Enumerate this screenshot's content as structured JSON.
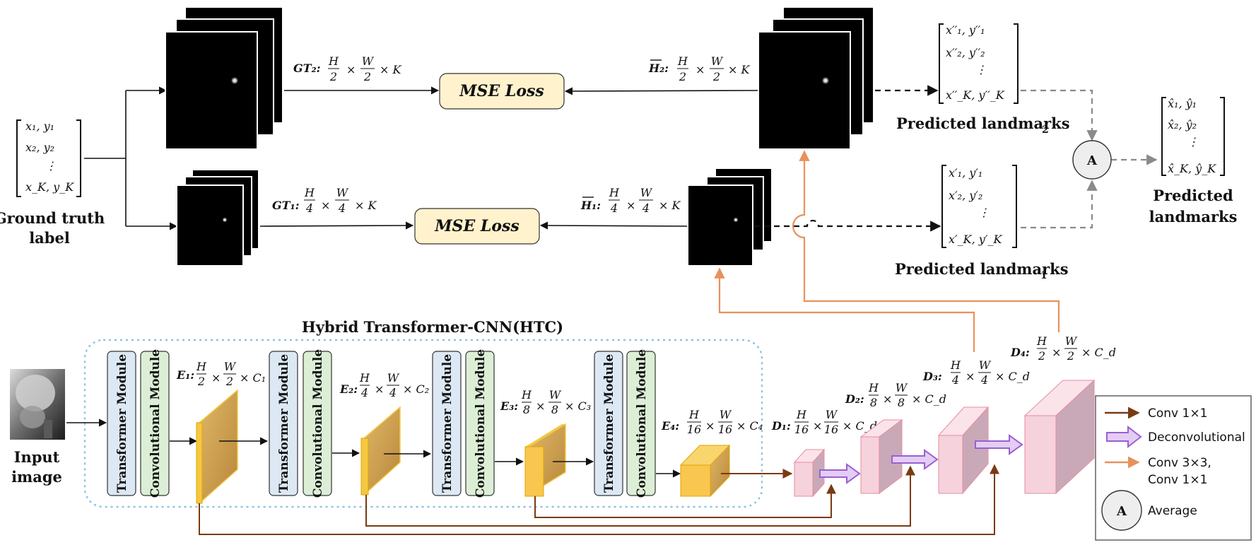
{
  "colors": {
    "brown": "#7a3a12",
    "orange": "#e8915c",
    "purple": "#9b5fd1",
    "purple_fill": "#e3cdf5",
    "gray": "#8a8a8a",
    "transformer_fill": "#dde8f5",
    "conv_fill": "#dcefd6",
    "mse_fill": "#fff2cc",
    "encoder_fill": "#f5c842",
    "decoder_fill": "#f6d2dc",
    "htc_border": "#8dc3e0"
  },
  "labels": {
    "ground_truth": [
      "Ground truth",
      "label"
    ],
    "input_image": [
      "Input",
      "image"
    ],
    "htc_title": "Hybrid Transformer-CNN(HTC)",
    "transformer_module": "Transformer Module",
    "convolutional_module": "Convolutional Module",
    "mse_loss": "MSE Loss",
    "predicted_landmarks_2": "Predicted landmarks",
    "predicted_landmarks_2_sub": "2",
    "predicted_landmarks_1": "Predicted landmarks",
    "predicted_landmarks_1_sub": "1",
    "predicted_landmarks": [
      "Predicted",
      "landmarks"
    ],
    "average_symbol": "A"
  },
  "math": {
    "gt_matrix": [
      "x₁,  y₁",
      "x₂,  y₂",
      "⋮",
      "x_K,  y_K"
    ],
    "pred2_matrix": [
      "x′′₁, y′′₁",
      "x′′₂, y′′₂",
      "⋮",
      "x′′_K, y′′_K"
    ],
    "pred1_matrix": [
      "x′₁,  y′₁",
      "x′₂,  y′₂",
      "⋮",
      "x′_K,  y′_K"
    ],
    "final_matrix": [
      "x̂₁, ŷ₁",
      "x̂₂, ŷ₂",
      "⋮",
      "x̂_K,  ŷ_K"
    ],
    "gt2": "GT₂:",
    "gt1": "GT₁:",
    "h2": "H₂:",
    "h1": "H₁:",
    "e1": "E₁:",
    "e2": "E₂:",
    "e3": "E₃:",
    "e4": "E₄:",
    "d1": "D₁:",
    "d2": "D₂:",
    "d3": "D₃:",
    "d4": "D₄:"
  },
  "legend": [
    {
      "icon": "brown-arrow-icon",
      "label": "Conv 1×1"
    },
    {
      "icon": "purple-hollow-arrow-icon",
      "label": "Deconvolutional"
    },
    {
      "icon": "orange-arrow-icon",
      "label": "Conv 3×3,"
    },
    {
      "icon": "",
      "label": "Conv 1×1"
    },
    {
      "icon": "average-circle-icon",
      "label": "Average"
    }
  ]
}
